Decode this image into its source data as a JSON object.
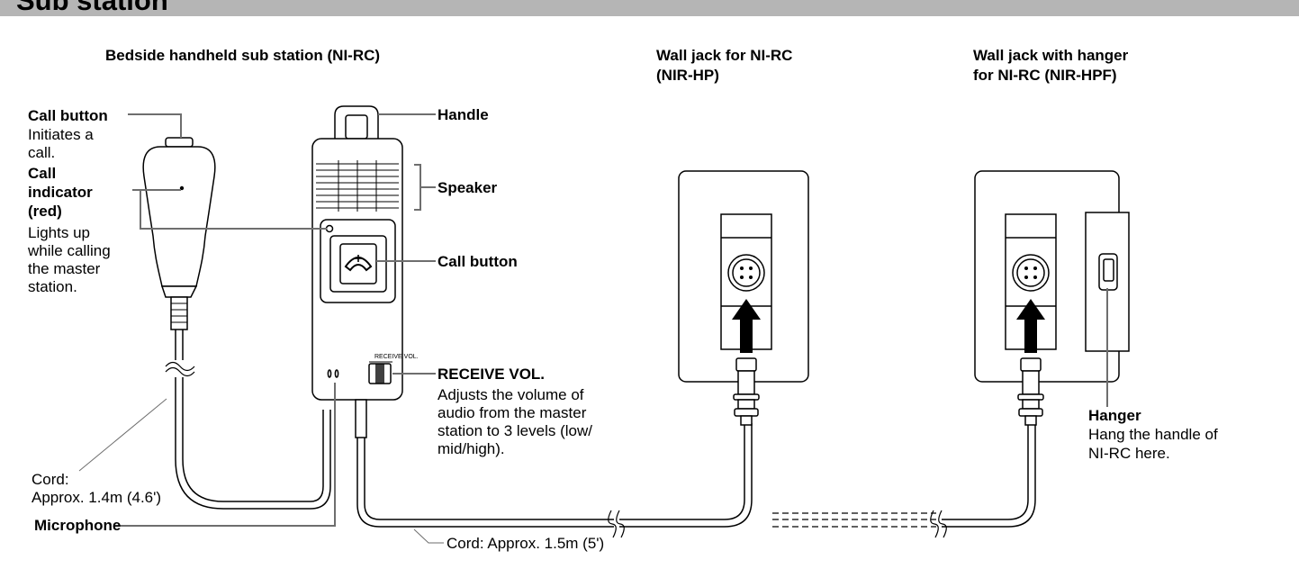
{
  "header": {
    "title": "Sub station"
  },
  "headings": {
    "handheld": "Bedside handheld sub station (NI-RC)",
    "wall_jack": [
      "Wall jack for NI-RC",
      "(NIR-HP)"
    ],
    "wall_jack_hanger": [
      "Wall jack with hanger",
      "for NI-RC (NIR-HPF)"
    ]
  },
  "labels": {
    "call_button_left": {
      "title": "Call button",
      "desc": [
        "Initiates a",
        "call."
      ]
    },
    "call_indicator": {
      "title": [
        "Call",
        "indicator",
        "(red)"
      ],
      "desc": [
        "Lights up",
        "while calling",
        "the master",
        "station."
      ]
    },
    "handle": "Handle",
    "speaker": "Speaker",
    "call_button_right": "Call button",
    "receive_vol": {
      "title": "RECEIVE VOL.",
      "desc": [
        "Adjusts the volume of",
        "audio from the master",
        "station to 3 levels (low/",
        "mid/high)."
      ]
    },
    "cord_left": [
      "Cord:",
      "Approx. 1.4m (4.6')"
    ],
    "microphone": "Microphone",
    "cord_bottom": "Cord: Approx. 1.5m (5')",
    "hanger": {
      "title": "Hanger",
      "desc": [
        "Hang the handle of",
        "NI-RC here."
      ]
    },
    "device_switch_label": "RECEIVE VOL."
  }
}
